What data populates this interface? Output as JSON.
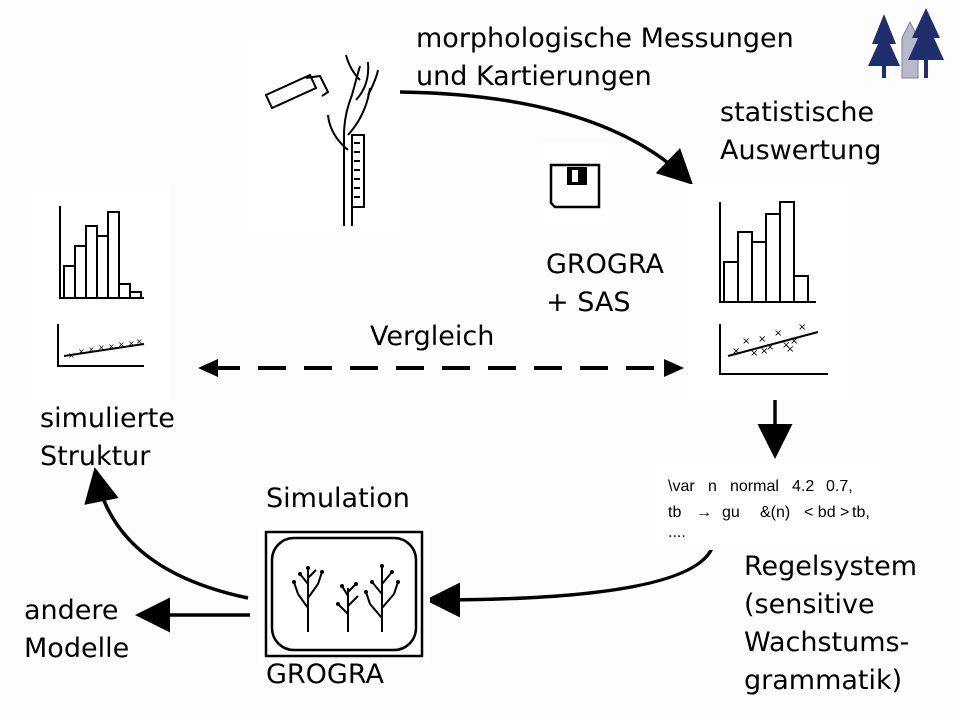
{
  "labels": {
    "measurement": [
      "morphologische Messungen",
      "und Kartierungen"
    ],
    "statistics": [
      "statistische",
      "Auswertung"
    ],
    "grogra_sas": [
      "GROGRA",
      "+ SAS"
    ],
    "comparison": "Vergleich",
    "simulated": [
      "simulierte",
      "Struktur"
    ],
    "simulation": "Simulation",
    "grogra": "GROGRA",
    "other_models": [
      "andere",
      "Modelle"
    ],
    "rule_system": [
      "Regelsystem",
      "(sensitive",
      "Wachstums-",
      "grammatik)"
    ]
  },
  "rule_code": {
    "line1": {
      "a": "\\var",
      "b": "n",
      "c": "normal",
      "d": "4.2",
      "e": "0.7,"
    },
    "line2": {
      "a": "tb",
      "arrow": "→",
      "b": "gu",
      "c": "&(n)",
      "d": "< bd >",
      "e": "tb,"
    },
    "line3": "...."
  },
  "colors": {
    "background": "#fdfdfd",
    "ink": "#000000",
    "logo_tree": "#1f2f6e",
    "logo_frame": "#b8b8c8"
  }
}
